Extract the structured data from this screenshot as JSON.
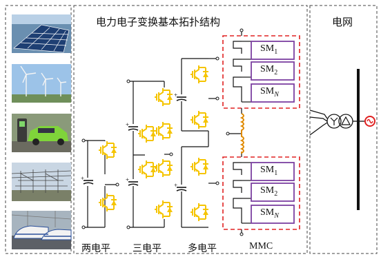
{
  "titles": {
    "conversion": "电力电子变换基本拓扑结构",
    "grid": "电网"
  },
  "captions": {
    "two_level": "两电平",
    "three_level": "三电平",
    "multi_level": "多电平",
    "mmc": "MMC"
  },
  "submodules": {
    "upper": [
      {
        "base": "SM",
        "sub": "1"
      },
      {
        "base": "SM",
        "sub": "2"
      },
      {
        "base": "SM",
        "sub": "N"
      }
    ],
    "lower": [
      {
        "base": "SM",
        "sub": "1"
      },
      {
        "base": "SM",
        "sub": "2"
      },
      {
        "base": "SM",
        "sub": "N"
      }
    ]
  },
  "photos": [
    "solar-panels",
    "wind-turbines",
    "electric-vehicle-charging",
    "substation",
    "high-speed-train"
  ],
  "colors": {
    "igbt": "#f5c400",
    "submodule_border": "#7b3fa0",
    "dashed_group": "#e02020",
    "inductor": "#e08a00",
    "ac_source": "#e02020",
    "panel_border": "#444444"
  }
}
